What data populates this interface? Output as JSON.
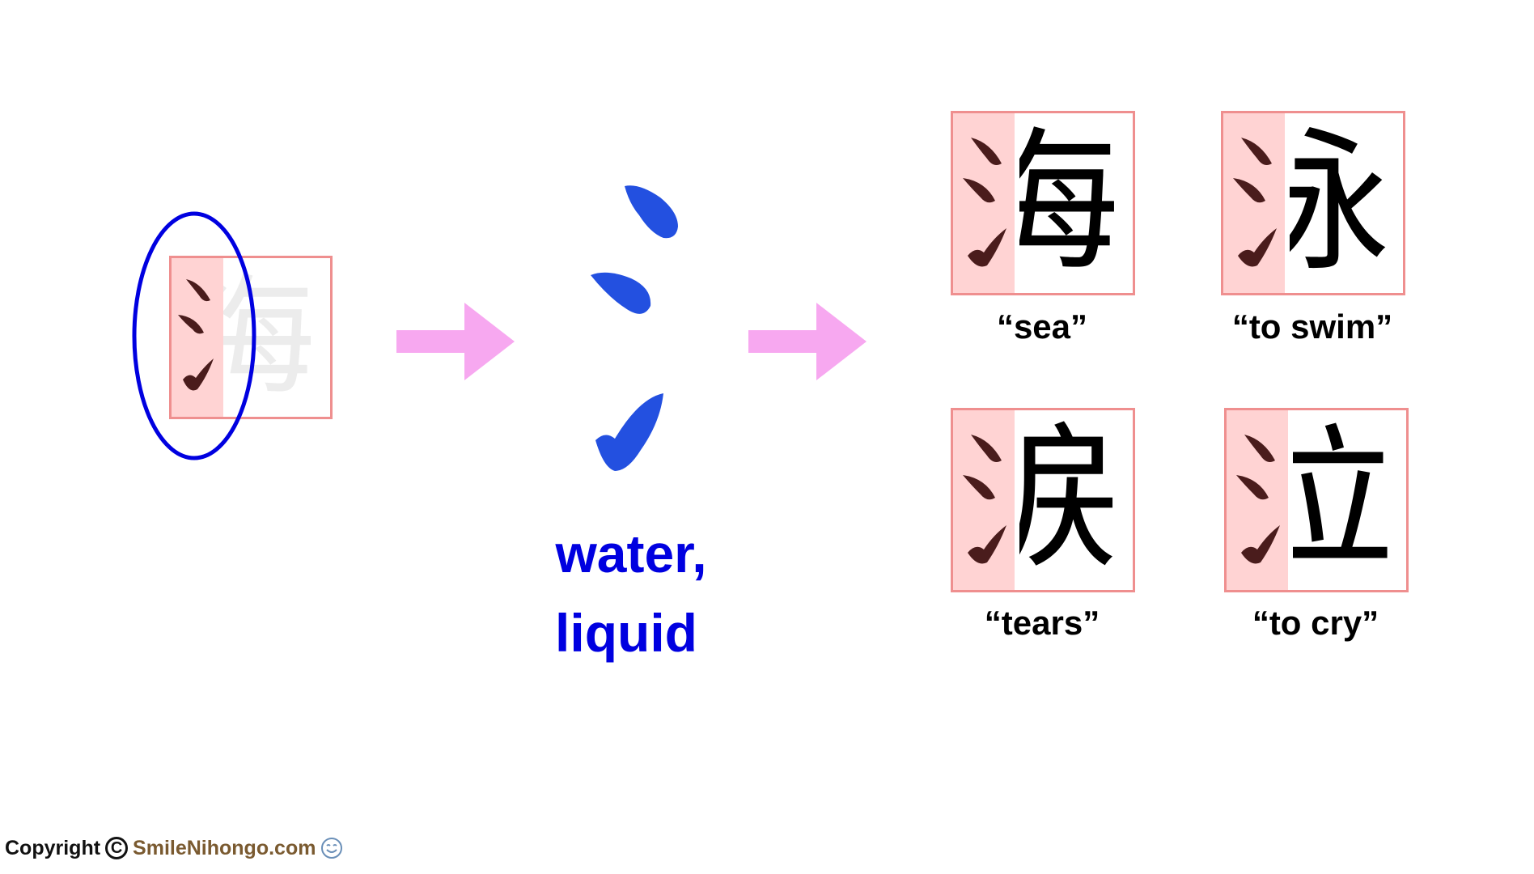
{
  "left_kanji": {
    "char": "海",
    "highlight_color": "#ffd3d3",
    "box_border_color": "#ef8f8f",
    "faded_color": "#e6e6e6",
    "circle_color": "#0000e0"
  },
  "arrow_color": "#f7a8f0",
  "radical": {
    "color": "#2350e0",
    "label_line1": "water,",
    "label_line2": "liquid",
    "label_color": "#0000e0"
  },
  "examples": [
    {
      "char": "海",
      "meaning": "“sea”"
    },
    {
      "char": "泳",
      "meaning": "“to swim”"
    },
    {
      "char": "涙",
      "meaning": "“tears”"
    },
    {
      "char": "泣",
      "meaning": "“to cry”"
    }
  ],
  "radical_stroke_color": "#4a1c1c",
  "footer": {
    "copyright_label": "Copyright",
    "copyright_symbol": "C",
    "site": "SmileNihongo.com",
    "site_color": "#7a5a30"
  }
}
